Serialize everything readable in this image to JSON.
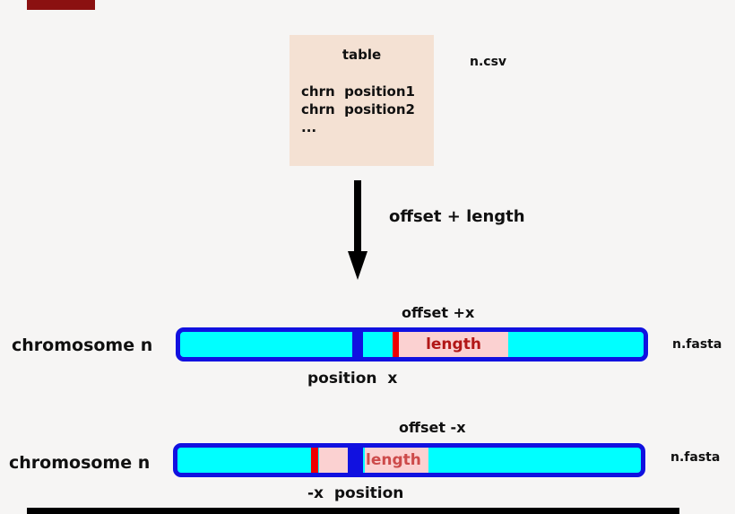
{
  "colors": {
    "background": "#f6f5f4",
    "box_fill": "#f4e1d3",
    "bar_border": "#1111e0",
    "bar_fill": "#00ffff",
    "marker_red": "#ee0000",
    "segment_pink": "#fbd1d1",
    "length_text_1": "#b21717",
    "length_text_2": "#cd4a4a",
    "top_bar": "#8b1111",
    "bottom_bar": "#000000",
    "text": "#101010"
  },
  "table_box": {
    "title": "table",
    "rows": [
      "chrn  position1",
      "chrn  position2",
      "..."
    ],
    "file_label": "n.csv"
  },
  "transform": {
    "label": "offset + length",
    "arrow_icon": "down-arrow"
  },
  "diagram_rows": [
    {
      "chromosome_label": "chromosome n",
      "offset_label": "offset +x",
      "length_label": "length",
      "position_label": "position  x",
      "file_label": "n.fasta"
    },
    {
      "chromosome_label": "chromosome n",
      "offset_label": "offset -x",
      "length_label": "length",
      "position_label": "-x  position",
      "file_label": "n.fasta"
    }
  ]
}
